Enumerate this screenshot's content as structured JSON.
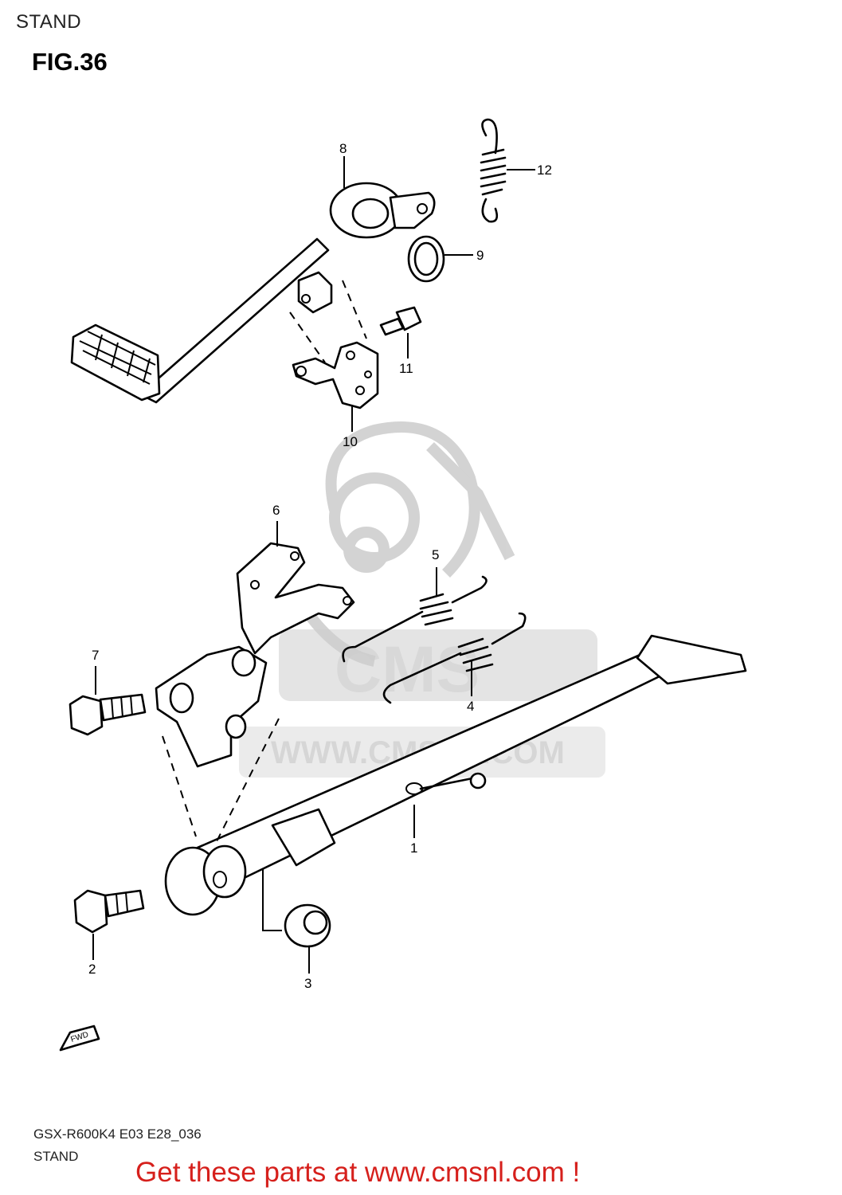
{
  "header": {
    "section": "STAND",
    "figure": "FIG.36"
  },
  "footer": {
    "model_code": "GSX-R600K4 E03 E28_036",
    "section": "STAND",
    "promo": "Get these parts at www.cmsnl.com !"
  },
  "direction_marker": {
    "label": "FWD",
    "icon": "forward-arrow-icon"
  },
  "watermark": {
    "logo_text": "CMS",
    "url_text": "WWW.CMSNL.COM"
  },
  "callouts": [
    {
      "id": "1",
      "label": "1"
    },
    {
      "id": "2",
      "label": "2"
    },
    {
      "id": "3",
      "label": "3"
    },
    {
      "id": "4",
      "label": "4"
    },
    {
      "id": "5",
      "label": "5"
    },
    {
      "id": "6",
      "label": "6"
    },
    {
      "id": "7",
      "label": "7"
    },
    {
      "id": "8",
      "label": "8"
    },
    {
      "id": "9",
      "label": "9"
    },
    {
      "id": "10",
      "label": "10"
    },
    {
      "id": "11",
      "label": "11"
    },
    {
      "id": "12",
      "label": "12"
    }
  ]
}
